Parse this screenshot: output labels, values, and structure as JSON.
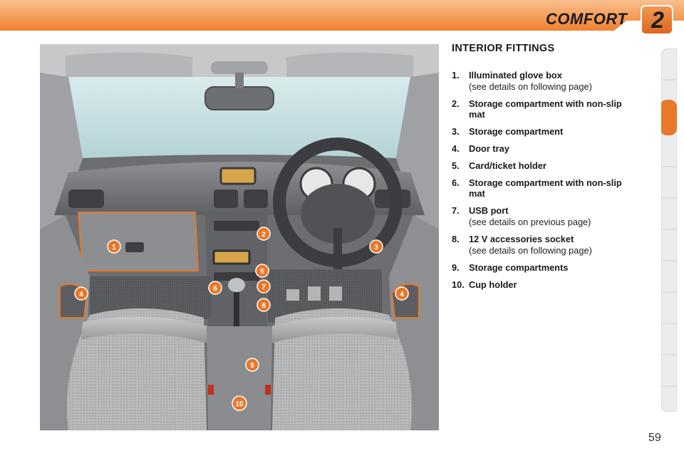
{
  "header": {
    "section_title": "COMFORT",
    "chapter_number": "2"
  },
  "content": {
    "title": "INTERIOR FITTINGS",
    "items": [
      {
        "num": "1.",
        "label": "Illuminated glove box",
        "note": "(see details on following page)"
      },
      {
        "num": "2.",
        "label": "Storage compartment with non-slip mat",
        "note": ""
      },
      {
        "num": "3.",
        "label": "Storage compartment",
        "note": ""
      },
      {
        "num": "4.",
        "label": "Door tray",
        "note": ""
      },
      {
        "num": "5.",
        "label": "Card/ticket holder",
        "note": ""
      },
      {
        "num": "6.",
        "label": "Storage compartment with non-slip mat",
        "note": ""
      },
      {
        "num": "7.",
        "label": "USB port",
        "note": "(see details on previous page)"
      },
      {
        "num": "8.",
        "label": "12 V accessories socket",
        "note": "(see details on following page)"
      },
      {
        "num": "9.",
        "label": "Storage compartments",
        "note": ""
      },
      {
        "num": "10.",
        "label": "Cup holder",
        "note": ""
      }
    ]
  },
  "callouts": [
    "1",
    "2",
    "3",
    "4",
    "4",
    "5",
    "6",
    "7",
    "8",
    "9",
    "10"
  ],
  "page_number": "59",
  "colors": {
    "accent": "#e8782a",
    "header_gradient_start": "#f7b27a",
    "header_gradient_end": "#f3873a",
    "tab_bg": "#ededed"
  }
}
